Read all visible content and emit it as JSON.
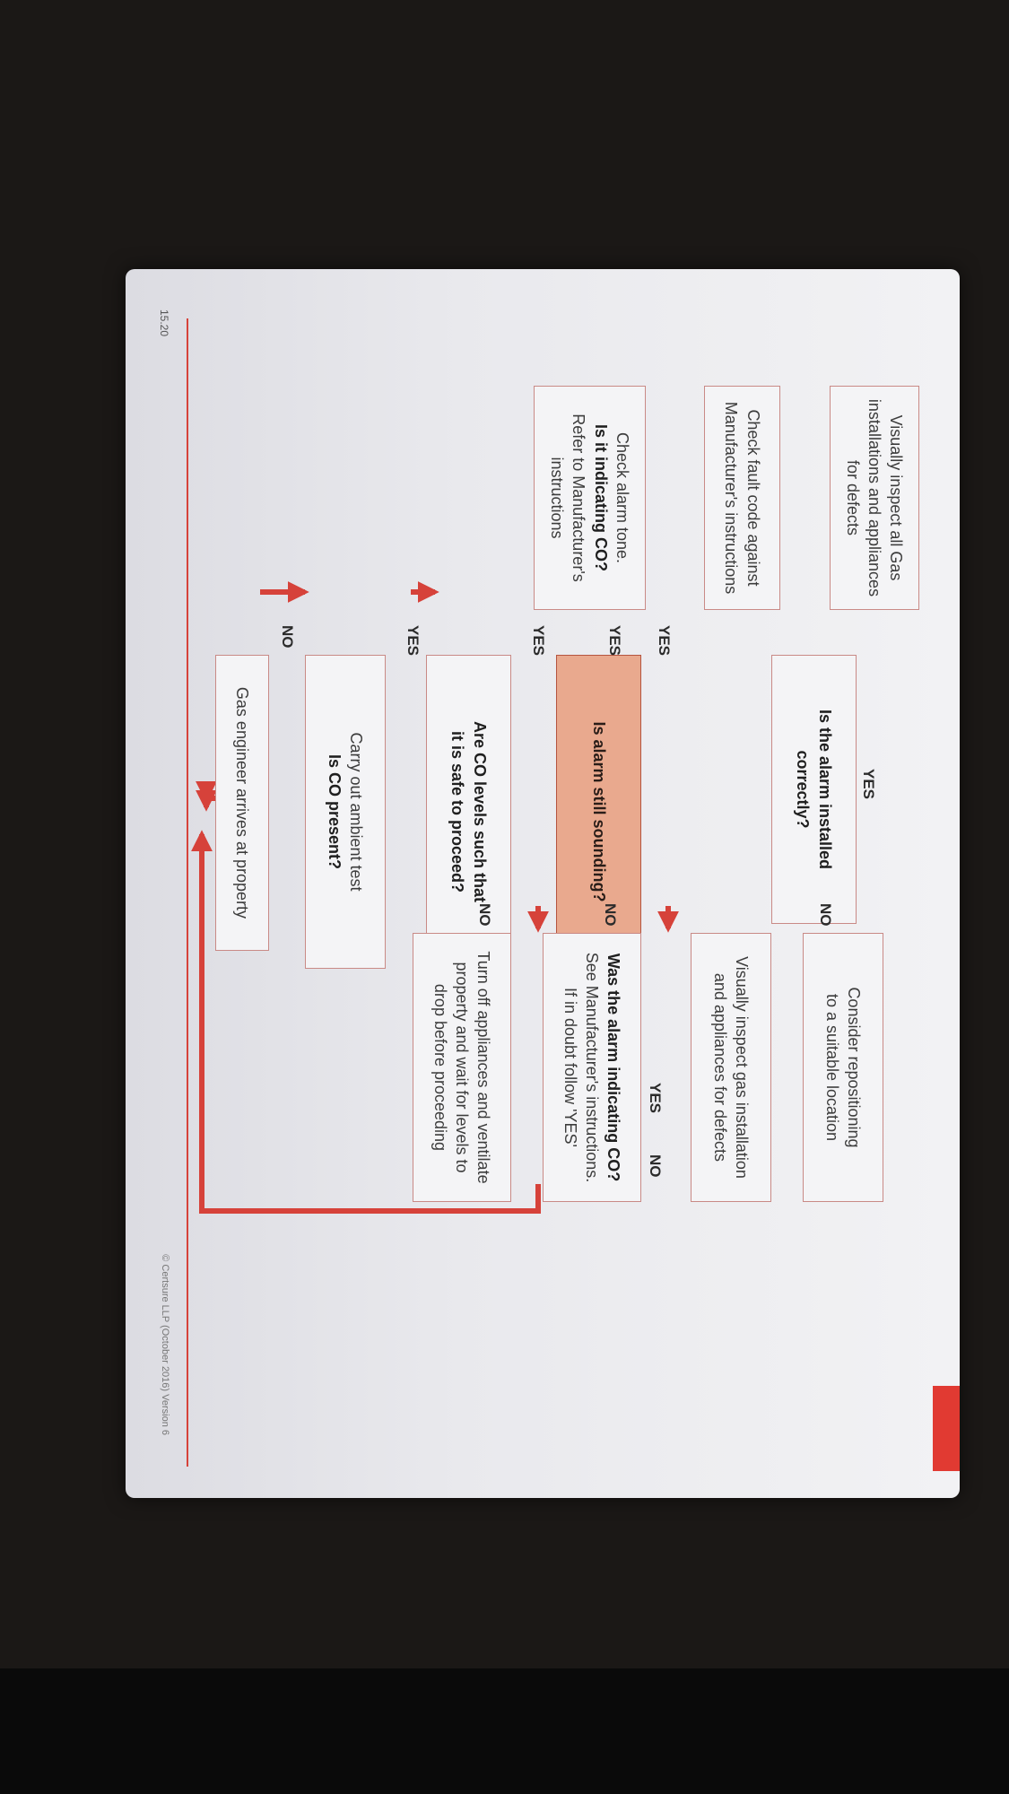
{
  "flowchart": {
    "start": "Gas engineer arrives at property",
    "ambient_test": {
      "line1": "Carry out ambient test",
      "question": "Is CO present?"
    },
    "co_levels": {
      "question_line1": "Are CO levels such that",
      "question_line2": "it is safe to proceed?"
    },
    "turn_off": {
      "line1": "Turn off appliances and ventilate",
      "line2": "property and wait for levels to",
      "line3": "drop before proceeding"
    },
    "alarm_sounding": {
      "question": "Is alarm still sounding?"
    },
    "alarm_indicating": {
      "question": "Was the alarm indicating CO?",
      "line2": "See Manufacturer's instructions.",
      "line3": "If in doubt follow 'YES'"
    },
    "check_tone": {
      "line1": "Check alarm tone.",
      "question": "Is it indicating CO?",
      "line3": "Refer to Manufacturer's",
      "line4": "instructions"
    },
    "check_fault": {
      "line1": "Check fault code against",
      "line2": "Manufacturer's instructions"
    },
    "inspect_all": {
      "line1": "Visually inspect all Gas",
      "line2": "installations and appliances",
      "line3": "for defects"
    },
    "installed_correctly": {
      "question_line1": "Is the alarm installed",
      "question_line2": "correctly?"
    },
    "inspect_gas": {
      "line1": "Visually inspect gas installation",
      "line2": "and appliances for defects"
    },
    "reposition": {
      "line1": "Consider repositioning",
      "line2": "to a suitable location"
    },
    "labels": {
      "yes": "YES",
      "no": "NO"
    }
  },
  "page": {
    "number": "15.20",
    "copyright": "© Certsure LLP (October 2016) Version 6"
  },
  "colors": {
    "arrow": "#d6423a",
    "highlight_fill": "#e9a98e",
    "box_border": "#c98a86"
  }
}
